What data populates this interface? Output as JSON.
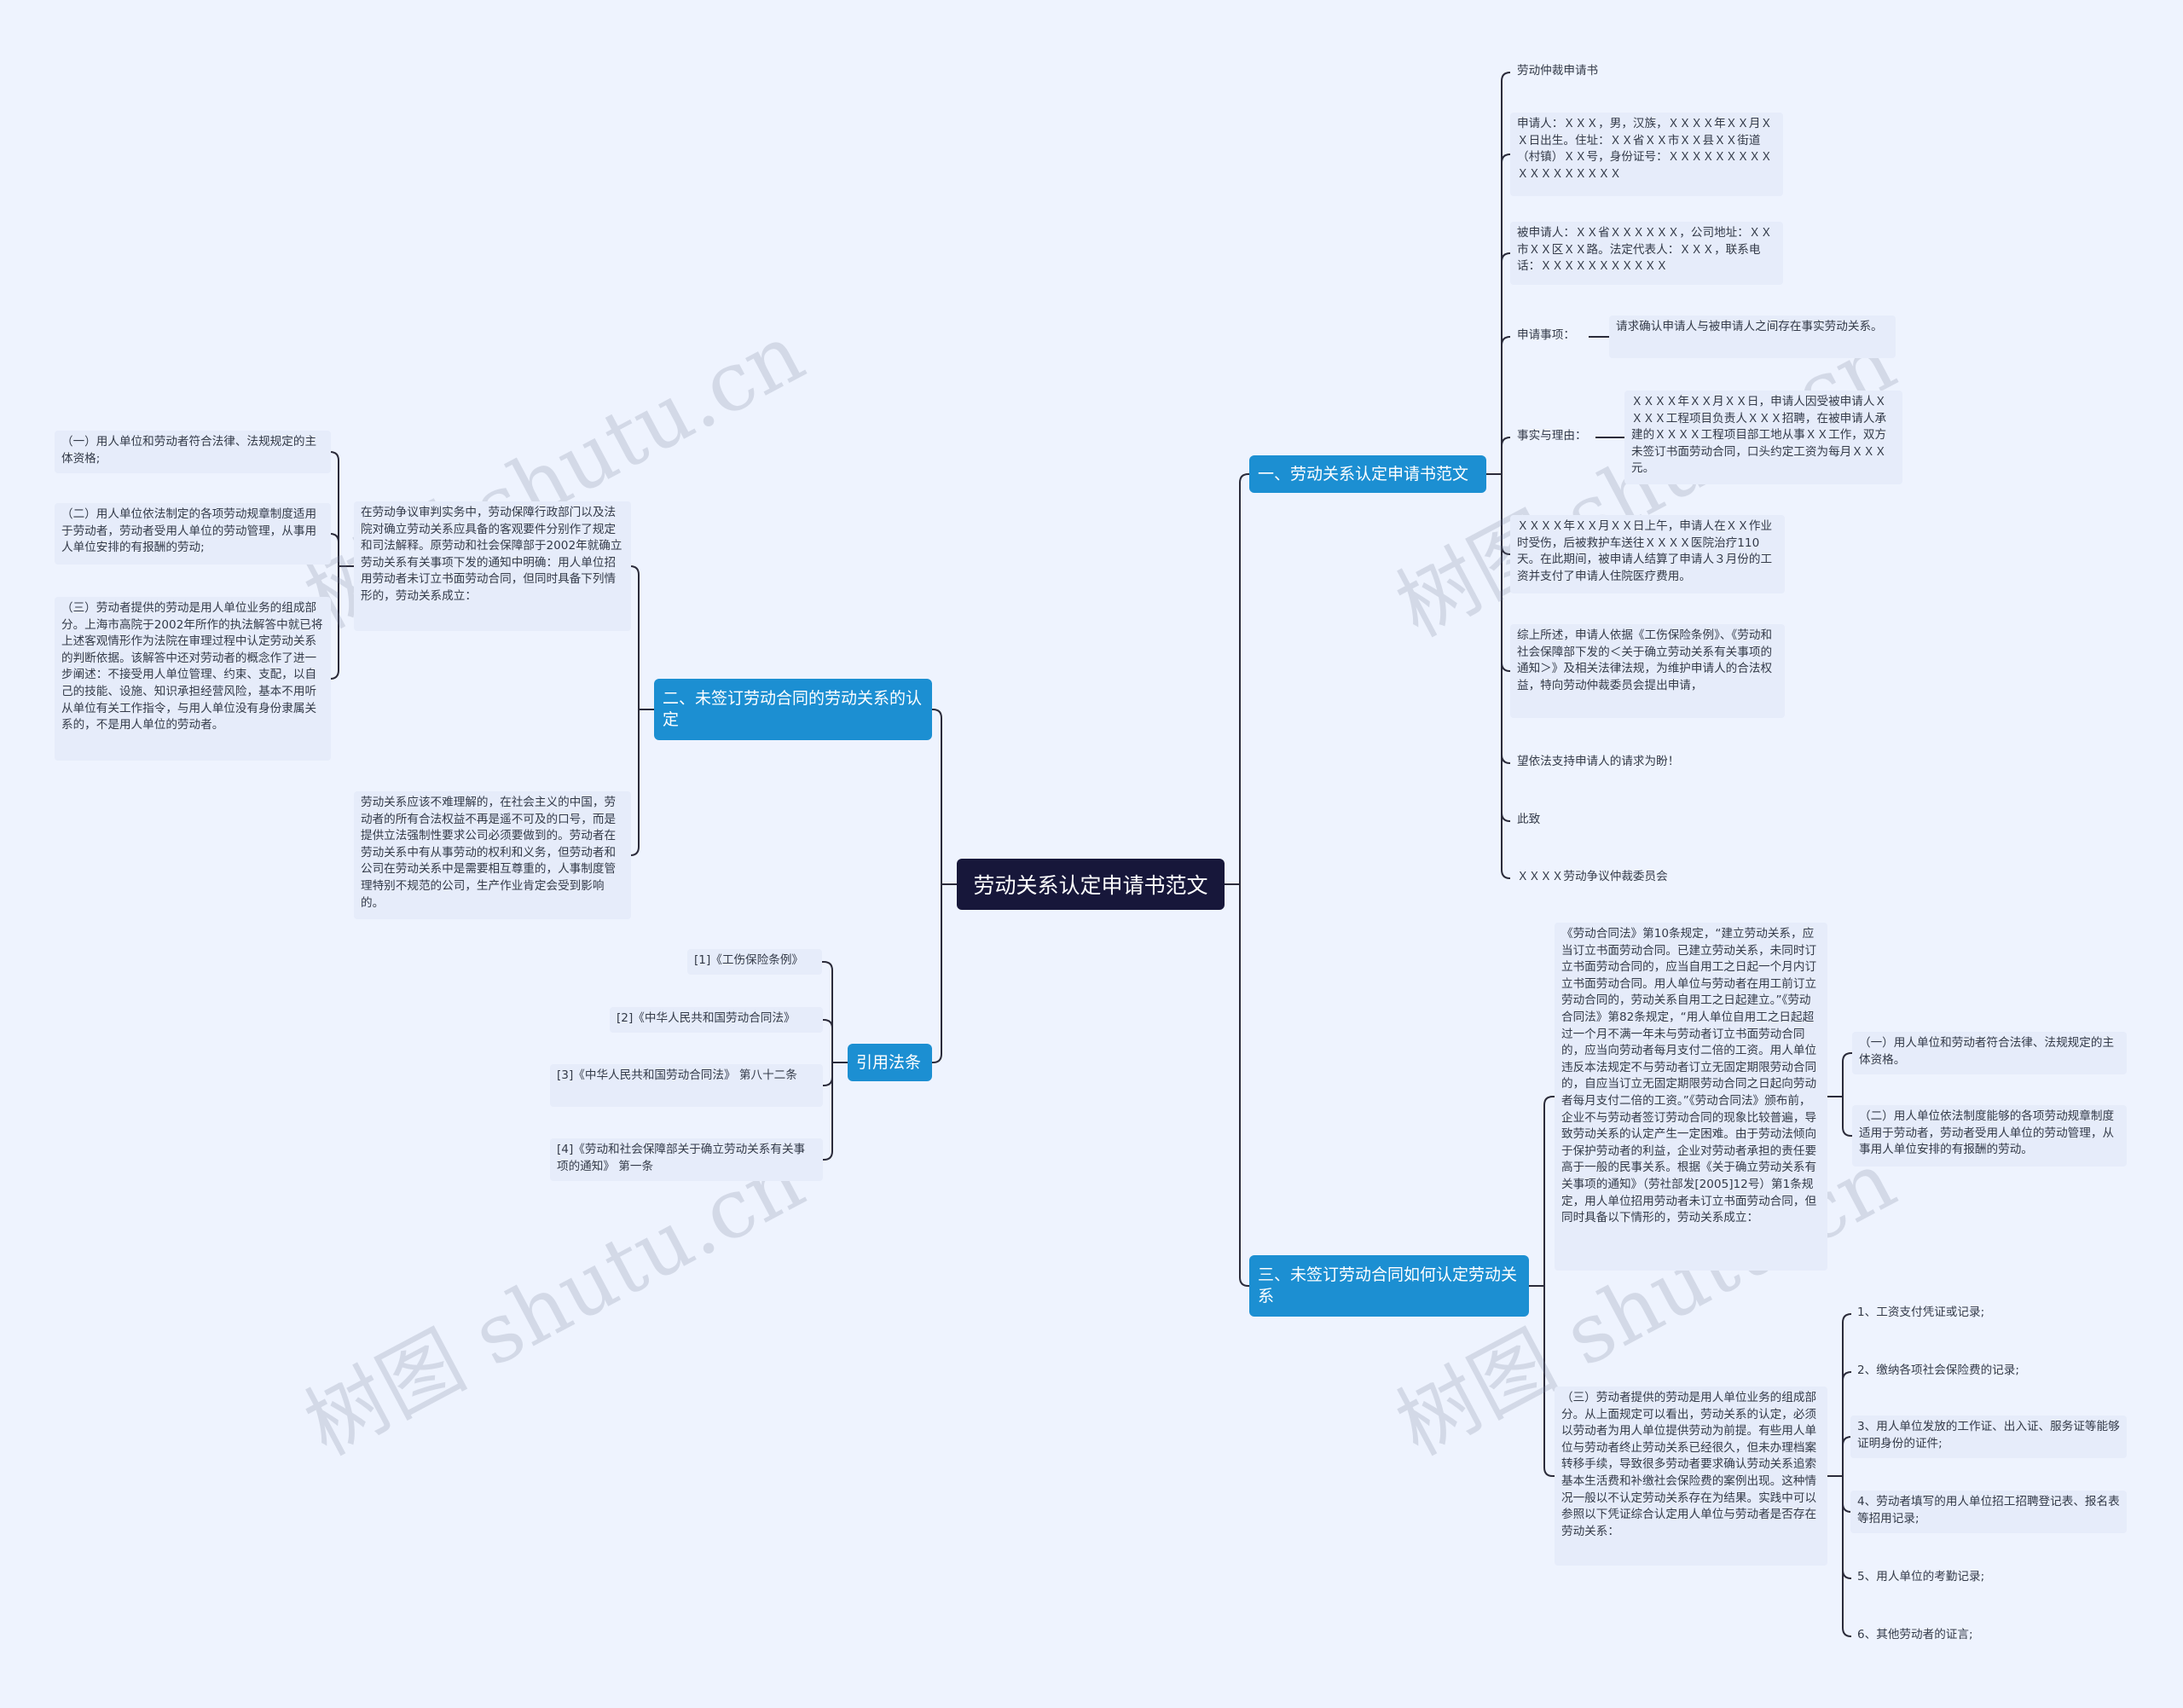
{
  "root": "劳动关系认定申请书范文",
  "branches": {
    "b1": "一、劳动关系认定申请书范文",
    "b2": "二、未签订劳动合同的劳动关系的认定",
    "b3": "三、未签订劳动合同如何认定劳动关系",
    "b4": "引用法条"
  },
  "b1_items": [
    "劳动仲裁申请书",
    "申请人：ＸＸＸ，男，汉族，ＸＸＸＸ年ＸＸ月ＸＸ日出生。住址：ＸＸ省ＸＸ市ＸＸ县ＸＸ街道（村镇）ＸＸ号，身份证号：ＸＸＸＸＸＸＸＸＸＸＸＸＸＸＸＸＸＸ",
    "被申请人：ＸＸ省ＸＸＸＸＸＸ，公司地址：ＸＸ市ＸＸ区ＸＸ路。法定代表人：ＸＸＸ，联系电话：ＸＸＸＸＸＸＸＸＸＸＸ",
    "申请事项：",
    "请求确认申请人与被申请人之间存在事实劳动关系。",
    "事实与理由：",
    "ＸＸＸＸ年ＸＸ月ＸＸ日，申请人因受被申请人ＸＸＸＸ工程项目负责人ＸＸＸ招聘，在被申请人承建的ＸＸＸＸ工程项目部工地从事ＸＸ工作，双方未签订书面劳动合同，口头约定工资为每月ＸＸＸ元。",
    "ＸＸＸＸ年ＸＸ月ＸＸ日上午，申请人在ＸＸ作业时受伤，后被救护车送往ＸＸＸＸ医院治疗110天。在此期间，被申请人结算了申请人３月份的工资并支付了申请人住院医疗费用。",
    "综上所述，申请人依据《工伤保险条例》、《劳动和社会保障部下发的＜关于确立劳动关系有关事项的通知＞》及相关法律法规，为维护申请人的合法权益，特向劳动仲裁委员会提出申请，",
    "望依法支持申请人的请求为盼！",
    "此致",
    "ＸＸＸＸ劳动争议仲裁委员会"
  ],
  "b2_items": [
    "在劳动争议审判实务中，劳动保障行政部门以及法院对确立劳动关系应具备的客观要件分别作了规定和司法解释。原劳动和社会保障部于2002年就确立劳动关系有关事项下发的通知中明确：用人单位招用劳动者未订立书面劳动合同，但同时具备下列情形的，劳动关系成立：",
    "（一）用人单位和劳动者符合法律、法规规定的主体资格;",
    "（二）用人单位依法制定的各项劳动规章制度适用于劳动者，劳动者受用人单位的劳动管理，从事用人单位安排的有报酬的劳动;",
    "（三）劳动者提供的劳动是用人单位业务的组成部分。上海市高院于2002年所作的执法解答中就已将上述客观情形作为法院在审理过程中认定劳动关系的判断依据。该解答中还对劳动者的概念作了进一步阐述：不接受用人单位管理、约束、支配，以自己的技能、设施、知识承担经营风险，基本不用听从单位有关工作指令，与用人单位没有身份隶属关系的，不是用人单位的劳动者。",
    "劳动关系应该不难理解的，在社会主义的中国，劳动者的所有合法权益不再是遥不可及的口号，而是提供立法强制性要求公司必须要做到的。劳动者在劳动关系中有从事劳动的权利和义务，但劳动者和公司在劳动关系中是需要相互尊重的，人事制度管理特别不规范的公司，生产作业肯定会受到影响的。"
  ],
  "b3_items": [
    "《劳动合同法》第10条规定，“建立劳动关系，应当订立书面劳动合同。已建立劳动关系，未同时订立书面劳动合同的，应当自用工之日起一个月内订立书面劳动合同。用人单位与劳动者在用工前订立劳动合同的，劳动关系自用工之日起建立。”《劳动合同法》第82条规定，“用人单位自用工之日起超过一个月不满一年未与劳动者订立书面劳动合同的，应当向劳动者每月支付二倍的工资。用人单位违反本法规定不与劳动者订立无固定期限劳动合同的，自应当订立无固定期限劳动合同之日起向劳动者每月支付二倍的工资。”《劳动合同法》颁布前，企业不与劳动者签订劳动合同的现象比较普遍，导致劳动关系的认定产生一定困难。由于劳动法倾向于保护劳动者的利益，企业对劳动者承担的责任要高于一般的民事关系。根据《关于确立劳动关系有关事项的通知》（劳社部发[2005]12号）第1条规定，用人单位招用劳动者未订立书面劳动合同，但同时具备以下情形的，劳动关系成立：",
    "（一）用人单位和劳动者符合法律、法规规定的主体资格。",
    "（二）用人单位依法制度能够的各项劳动规章制度适用于劳动者，劳动者受用人单位的劳动管理，从事用人单位安排的有报酬的劳动。",
    "（三）劳动者提供的劳动是用人单位业务的组成部分。从上面规定可以看出，劳动关系的认定，必须以劳动者为用人单位提供劳动为前提。有些用人单位与劳动者终止劳动关系已经很久，但未办理档案转移手续，导致很多劳动者要求确认劳动关系追索基本生活费和补缴社会保险费的案例出现。这种情况一般以不认定劳动关系存在为结果。实践中可以参照以下凭证综合认定用人单位与劳动者是否存在劳动关系：",
    "1、工资支付凭证或记录;",
    "2、缴纳各项社会保险费的记录;",
    "3、用人单位发放的工作证、出入证、服务证等能够证明身份的证件;",
    "4、劳动者填写的用人单位招工招聘登记表、报名表等招用记录;",
    "5、用人单位的考勤记录;",
    "6、其他劳动者的证言;"
  ],
  "b4_items": [
    "[1]《工伤保险条例》",
    "[2]《中华人民共和国劳动合同法》",
    "[3]《中华人民共和国劳动合同法》 第八十二条",
    "[4]《劳动和社会保障部关于确立劳动关系有关事项的通知》 第一条"
  ],
  "watermark": "树图 shutu.cn",
  "colors": {
    "root": "#17173a",
    "branch": "#1c8fd2",
    "leaf": "#e6ecfa",
    "line": "#2b2b3a",
    "background": "#eef3fe"
  }
}
